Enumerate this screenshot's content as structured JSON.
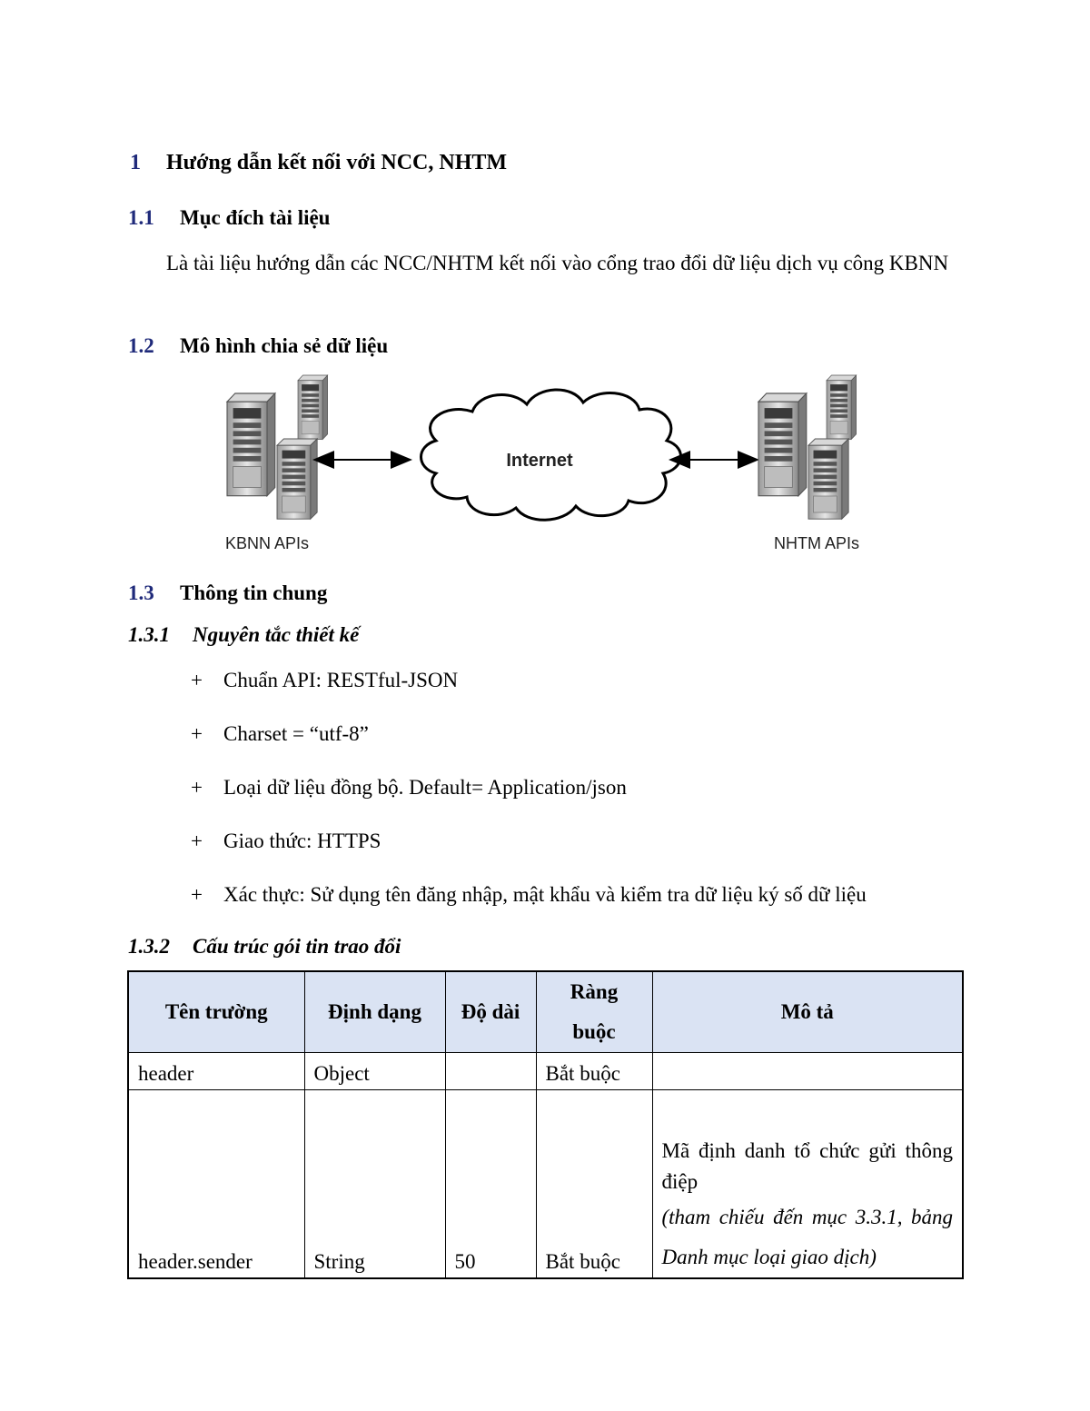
{
  "section1": {
    "num": "1",
    "title": "Hướng dẫn kết nối với NCC, NHTM"
  },
  "section1_1": {
    "num": "1.1",
    "title": "Mục đích tài liệu",
    "paragraph": "Là tài liệu hướng dẫn các NCC/NHTM kết nối vào cổng trao đổi dữ liệu dịch vụ công KBNN"
  },
  "section1_2": {
    "num": "1.2",
    "title": "Mô hình chia sẻ dữ liệu",
    "diagram": {
      "cloud_label": "Internet",
      "left_label": "KBNN APIs",
      "right_label": "NHTM APIs",
      "icons": [
        "server-icon",
        "cloud-icon",
        "double-arrow-icon"
      ]
    }
  },
  "section1_3": {
    "num": "1.3",
    "title": "Thông tin chung"
  },
  "section1_3_1": {
    "num": "1.3.1",
    "title": "Nguyên tắc thiết kế",
    "bullets": [
      "Chuẩn API: RESTful-JSON",
      "Charset = “utf-8”",
      "Loại dữ liệu đồng bộ. Default= Application/json",
      "Giao thức: HTTPS",
      "Xác thực: Sử dụng tên đăng nhập, mật khẩu và kiểm tra dữ liệu ký số dữ liệu"
    ],
    "bullet_symbol": "+"
  },
  "section1_3_2": {
    "num": "1.3.2",
    "title": "Cấu trúc gói tin trao đổi",
    "table": {
      "header_bg": "#dae3f3",
      "columns": [
        "Tên trường",
        "Định dạng",
        "Độ dài",
        "Ràng buộc",
        "Mô tả"
      ],
      "rows": [
        {
          "field": "header",
          "format": "Object",
          "length": "",
          "constraint": "Bắt buộc",
          "desc": "",
          "note": ""
        },
        {
          "field": "header.sender",
          "format": "String",
          "length": "50",
          "constraint": "Bắt buộc",
          "desc": "Mã định danh tổ chức gửi thông điệp",
          "note": "(tham chiếu đến mục 3.3.1, bảng Danh mục loại giao dịch)"
        }
      ]
    }
  }
}
